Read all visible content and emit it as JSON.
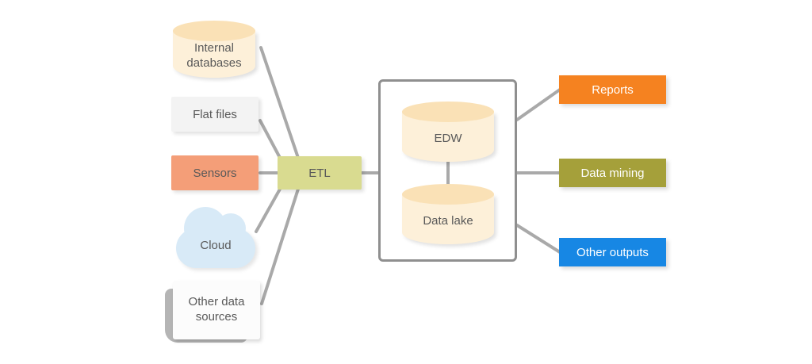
{
  "sources": {
    "internal_databases": {
      "label": "Internal databases"
    },
    "flat_files": {
      "label": "Flat files"
    },
    "sensors": {
      "label": "Sensors"
    },
    "cloud": {
      "label": "Cloud"
    },
    "other_data_sources": {
      "label": "Other data sources"
    }
  },
  "etl": {
    "label": "ETL"
  },
  "warehouse": {
    "edw": {
      "label": "EDW"
    },
    "data_lake": {
      "label": "Data lake"
    }
  },
  "outputs": {
    "reports": {
      "label": "Reports",
      "color": "#f58220"
    },
    "data_mining": {
      "label": "Data mining",
      "color": "#a5a03a"
    },
    "other_outputs": {
      "label": "Other outputs",
      "color": "#1787e4"
    }
  },
  "colors": {
    "connector": "#a9a9a9",
    "cylinder_top": "#fae1b6",
    "cylinder_body": "#fdf0d9",
    "flat_files_fill": "#f3f3f3",
    "sensors_fill": "#f49e78",
    "cloud_fill": "#d8eaf7",
    "etl_fill": "#d9db90",
    "warehouse_border": "#8f8f8f",
    "label_text": "#595959"
  }
}
